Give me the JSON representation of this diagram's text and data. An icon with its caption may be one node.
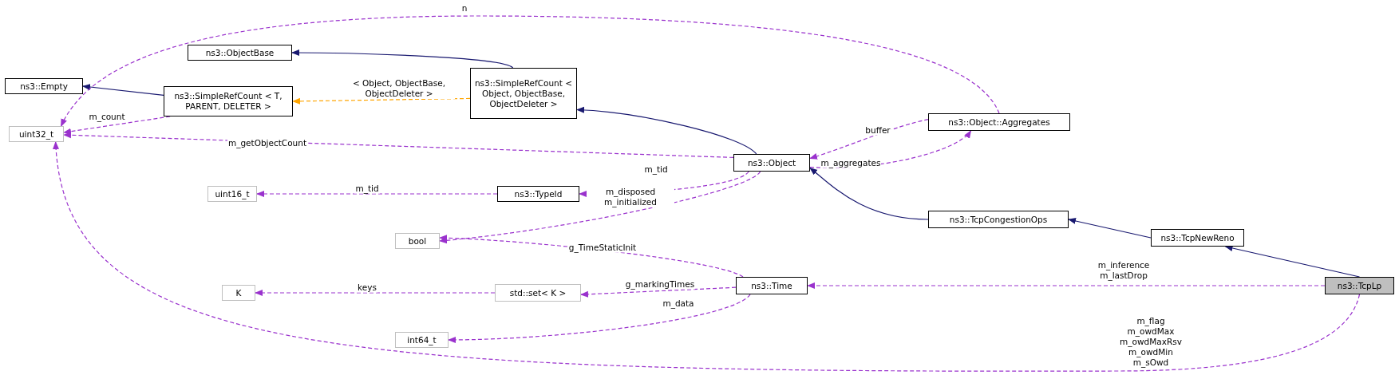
{
  "diagram": {
    "nodes": [
      {
        "text": [
          "ns3::Empty"
        ]
      },
      {
        "text": [
          "uint32_t"
        ]
      },
      {
        "text": [
          "ns3::ObjectBase"
        ]
      },
      {
        "text": [
          "ns3::SimpleRefCount < T, PARENT, DELETER >"
        ]
      },
      {
        "text": [
          "ns3::SimpleRefCount < Object, ObjectBase, ObjectDeleter >"
        ]
      },
      {
        "text": [
          "ns3::Object::Aggregates"
        ]
      },
      {
        "text": [
          "ns3::Object"
        ]
      },
      {
        "text": [
          "uint16_t"
        ]
      },
      {
        "text": [
          "ns3::TypeId"
        ]
      },
      {
        "text": [
          "bool"
        ]
      },
      {
        "text": [
          "ns3::TcpCongestionOps"
        ]
      },
      {
        "text": [
          "K"
        ]
      },
      {
        "text": [
          "std::set< K >"
        ]
      },
      {
        "text": [
          "ns3::Time"
        ]
      },
      {
        "text": [
          "ns3::TcpNewReno"
        ]
      },
      {
        "text": [
          "int64_t"
        ]
      },
      {
        "text": [
          "ns3::TcpLp"
        ]
      }
    ],
    "edges": [
      {
        "from": 3,
        "to": 0,
        "arrow": "to",
        "color": "#191970"
      },
      {
        "from": 4,
        "to": 2,
        "arrow": "to",
        "color": "#191970"
      },
      {
        "from": 4,
        "to": 3,
        "arrow": "to",
        "label": "< Object, ObjectBase, ObjectDeleter >",
        "style": "dashed",
        "color": "#ffa500"
      },
      {
        "from": 6,
        "to": 4,
        "arrow": "to",
        "color": "#191970"
      },
      {
        "from": 3,
        "to": 1,
        "arrow": "to",
        "label": "m_count",
        "style": "dashed"
      },
      {
        "from": 6,
        "to": 1,
        "arrow": "to",
        "label": "m_getObjectCount",
        "style": "dashed"
      },
      {
        "from": 5,
        "to": 1,
        "arrow": "to",
        "label": "n",
        "style": "dashed"
      },
      {
        "from": 16,
        "to": 1,
        "arrow": "to",
        "label": "m_flag m_owdMax m_owdMaxRsv m_owdMin m_sOwd",
        "style": "dashed"
      },
      {
        "from": 5,
        "to": 6,
        "arrow": "to",
        "label": "buffer",
        "style": "dashed"
      },
      {
        "from": 6,
        "to": 5,
        "arrow": "to",
        "label": "m_aggregates",
        "style": "dashed"
      },
      {
        "from": 6,
        "to": 8,
        "arrow": "to",
        "label": "m_tid",
        "style": "dashed"
      },
      {
        "from": 8,
        "to": 7,
        "arrow": "to",
        "label": "m_tid",
        "style": "dashed"
      },
      {
        "from": 6,
        "to": 9,
        "arrow": "to",
        "label": "m_disposed m_initialized",
        "style": "dashed"
      },
      {
        "from": 13,
        "to": 9,
        "arrow": "to",
        "label": "g_TimeStaticInit",
        "style": "dashed"
      },
      {
        "from": 12,
        "to": 11,
        "arrow": "to",
        "label": "keys",
        "style": "dashed"
      },
      {
        "from": 13,
        "to": 12,
        "arrow": "to",
        "label": "g_markingTimes",
        "style": "dashed"
      },
      {
        "from": 13,
        "to": 15,
        "arrow": "to",
        "label": "m_data",
        "style": "dashed"
      },
      {
        "from": 16,
        "to": 13,
        "arrow": "to",
        "label": "m_inference m_lastDrop",
        "style": "dashed"
      },
      {
        "from": 10,
        "to": 6,
        "arrow": "to",
        "color": "#191970"
      },
      {
        "from": 14,
        "to": 10,
        "arrow": "to",
        "color": "#191970"
      },
      {
        "from": 16,
        "to": 14,
        "arrow": "to",
        "color": "#191970"
      }
    ]
  }
}
